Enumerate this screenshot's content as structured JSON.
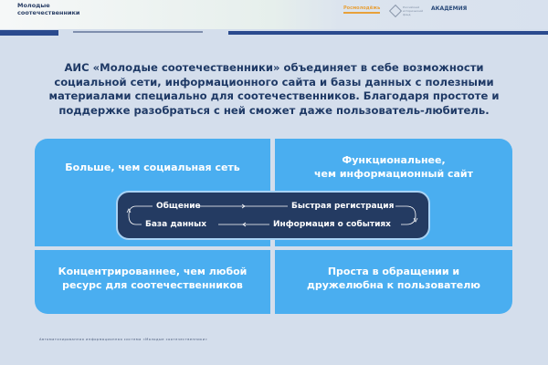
{
  "header": {
    "brand": "Молодые соотечественники",
    "logos": [
      "Росмолодёжь",
      "Российский исторический фонд",
      "Академия"
    ]
  },
  "intro": "АИС «Молодые соотечественники» объединяет в себе возможности социальной сети, информационного сайта и базы данных с полезными материалами специально для соотечественников. Благодаря простоте и поддержке разобраться с ней сможет даже пользователь-любитель.",
  "cards": [
    "Больше, чем социальная сеть",
    "Функциональнее,\nчем информационный сайт",
    "Концентрированнее, чем любой ресурс для соотечественников",
    "Проста в обращении и дружелюбна к пользователю"
  ],
  "cycle": [
    "Общение",
    "Быстрая регистрация",
    "Информация о событиях",
    "База данных"
  ],
  "footer": "Автоматизированная информационная система «Молодые соотечественники»",
  "colors": {
    "accent": "#4aaef0",
    "navy": "#243b62",
    "bg": "#d4deec"
  }
}
